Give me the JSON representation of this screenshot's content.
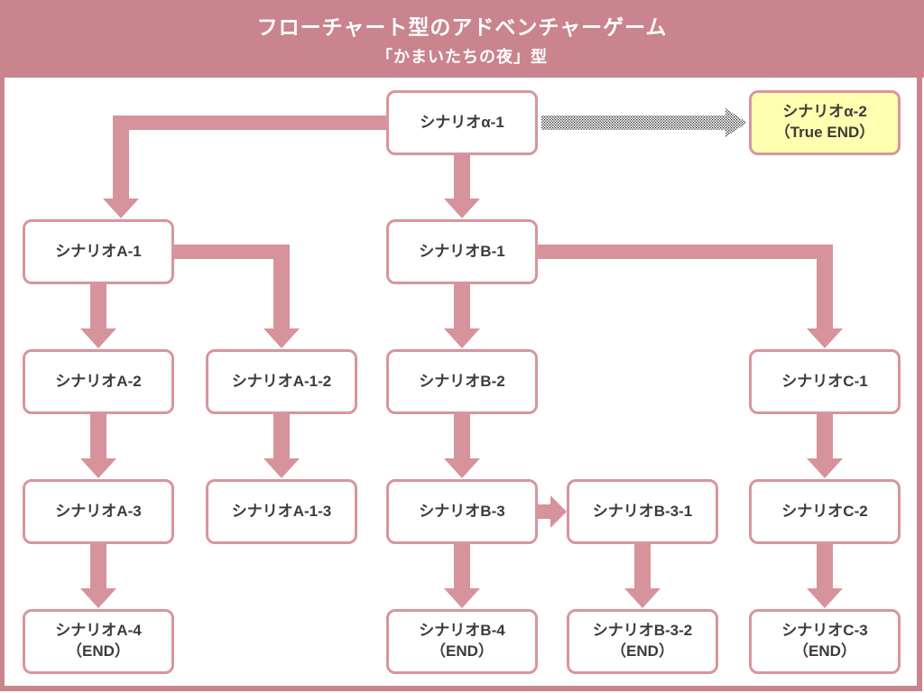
{
  "header": {
    "title": "フローチャート型のアドベンチャーゲーム",
    "subtitle": "「かまいたちの夜」型"
  },
  "colors": {
    "header_bg": "#c9848d",
    "arrow": "#d6939c",
    "box_border": "#d8959e",
    "true_end_bg": "#ffffb0",
    "text": "#3b3b3b"
  },
  "nodes": {
    "alpha1": {
      "label": "シナリオα-1"
    },
    "alpha2": {
      "label": "シナリオα-2",
      "sublabel": "（True END）"
    },
    "a1": {
      "label": "シナリオA-1"
    },
    "b1": {
      "label": "シナリオB-1"
    },
    "a2": {
      "label": "シナリオA-2"
    },
    "a12": {
      "label": "シナリオA-1-2"
    },
    "b2": {
      "label": "シナリオB-2"
    },
    "c1": {
      "label": "シナリオC-1"
    },
    "a3": {
      "label": "シナリオA-3"
    },
    "a13": {
      "label": "シナリオA-1-3"
    },
    "b3": {
      "label": "シナリオB-3"
    },
    "b31": {
      "label": "シナリオB-3-1"
    },
    "c2": {
      "label": "シナリオC-2"
    },
    "a4": {
      "label": "シナリオA-4",
      "sublabel": "（END）"
    },
    "b4": {
      "label": "シナリオB-4",
      "sublabel": "（END）"
    },
    "b32": {
      "label": "シナリオB-3-2",
      "sublabel": "（END）"
    },
    "c3": {
      "label": "シナリオC-3",
      "sublabel": "（END）"
    }
  }
}
